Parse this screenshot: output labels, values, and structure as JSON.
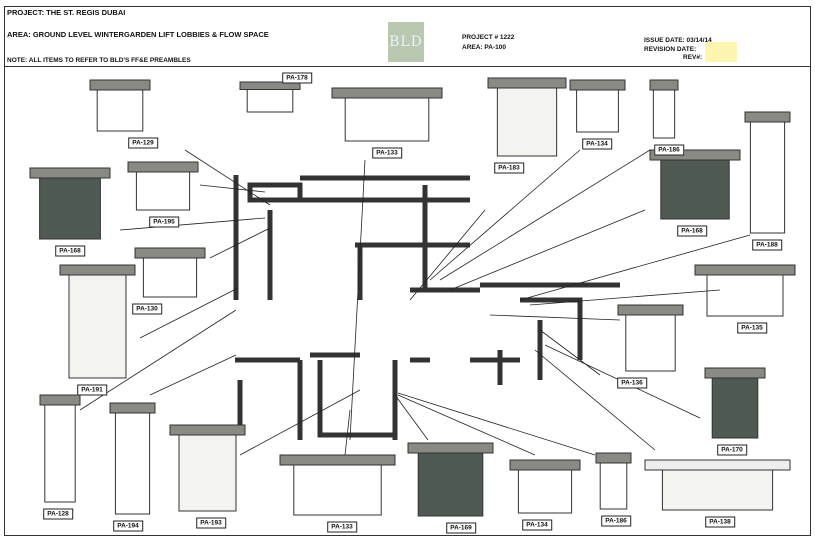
{
  "header": {
    "project": "PROJECT: THE ST. REGIS DUBAI",
    "area": "AREA: GROUND LEVEL WINTERGARDEN LIFT LOBBIES & FLOW SPACE",
    "note": "NOTE: ALL ITEMS TO REFER TO BLD'S FF&E PREAMBLES",
    "logo": "BLD",
    "project_number": "PROJECT # 1222",
    "area_code": "AREA: PA-100",
    "issue_date": "ISSUE DATE: 03/14/14",
    "revision_date": "REVISION DATE:",
    "rev": "REV#:"
  },
  "items": [
    {
      "code": "PA-129",
      "kind": "console"
    },
    {
      "code": "PA-178",
      "kind": "mirror"
    },
    {
      "code": "PA-133",
      "kind": "console"
    },
    {
      "code": "PA-183",
      "kind": "chandelier"
    },
    {
      "code": "PA-134",
      "kind": "side-table"
    },
    {
      "code": "PA-186",
      "kind": "table-lamp"
    },
    {
      "code": "PA-168",
      "kind": "armchair"
    },
    {
      "code": "PA-188",
      "kind": "floor-lamp"
    },
    {
      "code": "PA-168",
      "kind": "armchair"
    },
    {
      "code": "PA-195",
      "kind": "sconce"
    },
    {
      "code": "PA-130",
      "kind": "side-table"
    },
    {
      "code": "PA-191",
      "kind": "chandelier"
    },
    {
      "code": "PA-135",
      "kind": "console"
    },
    {
      "code": "PA-136",
      "kind": "side-table"
    },
    {
      "code": "PA-170",
      "kind": "armchair"
    },
    {
      "code": "PA-128",
      "kind": "vitrine"
    },
    {
      "code": "PA-194",
      "kind": "torchiere"
    },
    {
      "code": "PA-193",
      "kind": "chandelier"
    },
    {
      "code": "PA-133",
      "kind": "console"
    },
    {
      "code": "PA-169",
      "kind": "armchair"
    },
    {
      "code": "PA-134",
      "kind": "side-table"
    },
    {
      "code": "PA-186",
      "kind": "table-lamp"
    },
    {
      "code": "PA-138",
      "kind": "sideboard"
    }
  ]
}
